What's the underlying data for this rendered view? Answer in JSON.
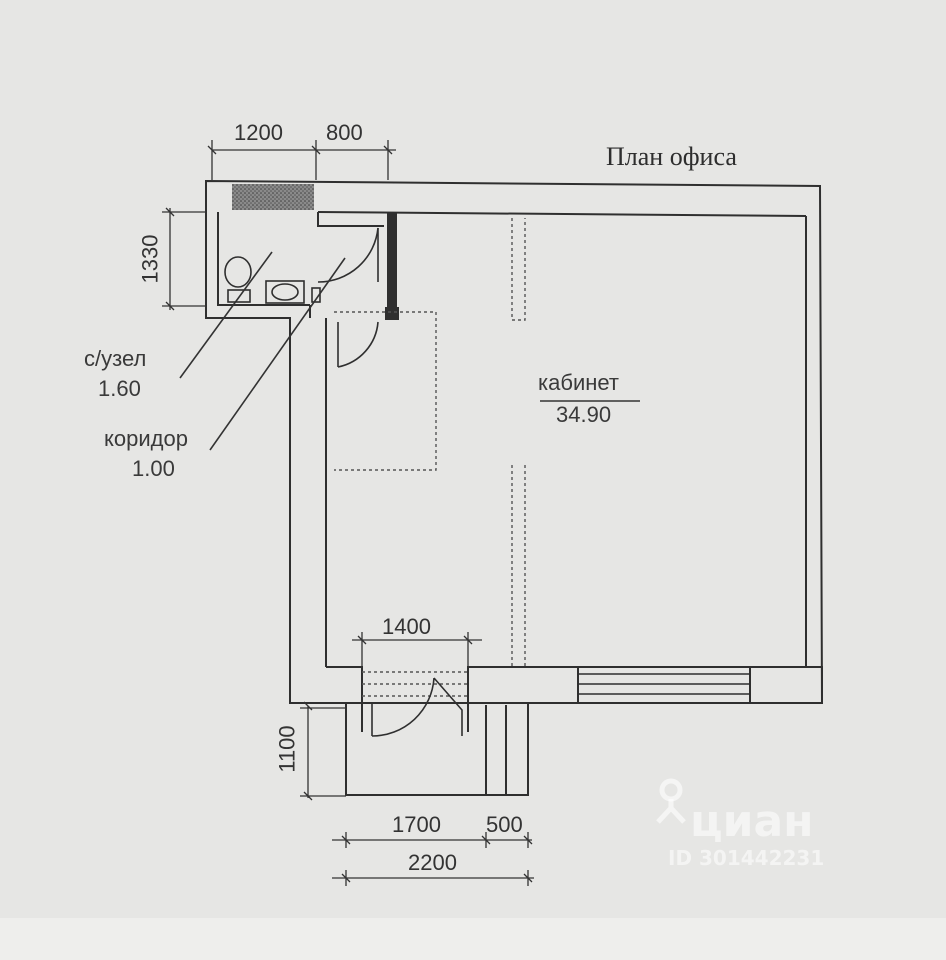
{
  "plan": {
    "title": "План офиса",
    "rooms": {
      "bathroom": {
        "name": "с/узел",
        "area": "1.60"
      },
      "corridor": {
        "name": "коридор",
        "area": "1.00"
      },
      "office": {
        "name": "кабинет",
        "area": "34.90"
      }
    },
    "dimensions": {
      "top_left": "1200",
      "top_right": "800",
      "left_height": "1330",
      "door": "1400",
      "porch_height": "1100",
      "porch_width": "1700",
      "porch_side": "500",
      "porch_total": "2200"
    }
  },
  "watermark": {
    "brand": "циан",
    "id": "ID 301442231"
  }
}
